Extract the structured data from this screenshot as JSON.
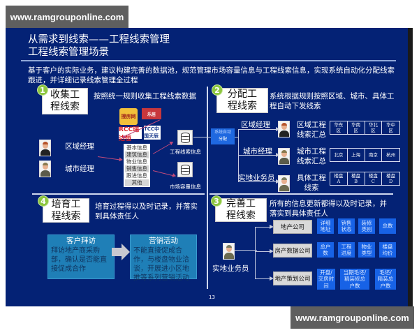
{
  "watermark": {
    "top": "www.ramgrouponline.com",
    "bottom": "www.ramgrouponline.com"
  },
  "slide": {
    "title_line1": "从需求到线索——工程线索管理",
    "title_line2": "工程线索管理场景",
    "intro": "基于客户的实际业务，建议构建完善的数据池，规范管理市场容量信息与工程线索信息，实现系统自动化分配线索跟进，并详细记录线索管理全过程",
    "page_number": "13",
    "colors": {
      "background": "#042275",
      "badge": "#8dc63f",
      "tag_blue": "#1762e6",
      "teal": "#1f7fb7"
    }
  },
  "section1": {
    "number": "1",
    "title": "收集工\n程线索",
    "description": "按照统一规则收集工程线索数据",
    "logos": [
      "搜房网",
      "乐居",
      "RCC瑞达恒",
      "TCC中国天辰"
    ],
    "roles": [
      {
        "label": "区域经理",
        "icon": "regional-manager-avatar"
      },
      {
        "label": "城市经理",
        "icon": "city-manager-avatar"
      }
    ],
    "info_items": [
      "基本信息",
      "建筑信息",
      "物业信息",
      "销售信息",
      "跟进信息",
      "其他"
    ],
    "databases": [
      {
        "label": "工程线索信息",
        "icon": "database-icon"
      },
      {
        "label": "市场容量信息",
        "icon": "database-icon"
      }
    ]
  },
  "section2": {
    "number": "2",
    "title": "分配工\n程线索",
    "description": "系统根据规则按照区域、城市、具体工程自动下发线索",
    "auto_assign": {
      "line1": "系统自动",
      "line2": "分配"
    },
    "branches": [
      {
        "role": "区域经理",
        "summary": "区域工程\n线索汇总",
        "cells": [
          "华东\n区",
          "华南\n区",
          "华北\n区",
          "华中\n区"
        ]
      },
      {
        "role": "城市经理",
        "summary": "城市工程\n线索汇总",
        "cells": [
          "北京",
          "上海",
          "南京",
          "杭州"
        ]
      },
      {
        "role": "实地业务员",
        "summary": "具体工程\n线索",
        "cells": [
          "楼盘\nA",
          "楼盘\nB",
          "楼盘\nC",
          "楼盘\nD"
        ]
      }
    ]
  },
  "section3": {
    "number": "3",
    "title": "完善工\n程线索",
    "description": "所有的信息更新都得以及时记录，并落实到具体责任人",
    "role": "实地业务员",
    "companies": [
      {
        "name": "地产公司",
        "tags": [
          "详细\n地址",
          "销售\n状态",
          "装修\n类别",
          "总数"
        ]
      },
      {
        "name": "房产数据公司",
        "tags": [
          "总户\n数",
          "工程\n进度",
          "物业\n类型",
          "楼盘\n均价"
        ]
      },
      {
        "name": "地产策划公司",
        "tags": [
          "开盘/\n交房时\n间",
          "当期毛坯/\n精装修总\n户数",
          "毛坯/\n精装总\n户数"
        ]
      }
    ]
  },
  "section4": {
    "number": "4",
    "title": "培育工\n程线索",
    "description": "培育过程得以及时记录，并落实到具体责任人",
    "steps": [
      {
        "heading": "客户拜访",
        "body": "拜访地产商采购部，确认是否能直接促成合作"
      },
      {
        "heading": "营销活动",
        "body": "不能直接促成合作，与楼盘物业洽谈，开展进小区地推等系列营销活动"
      }
    ]
  }
}
